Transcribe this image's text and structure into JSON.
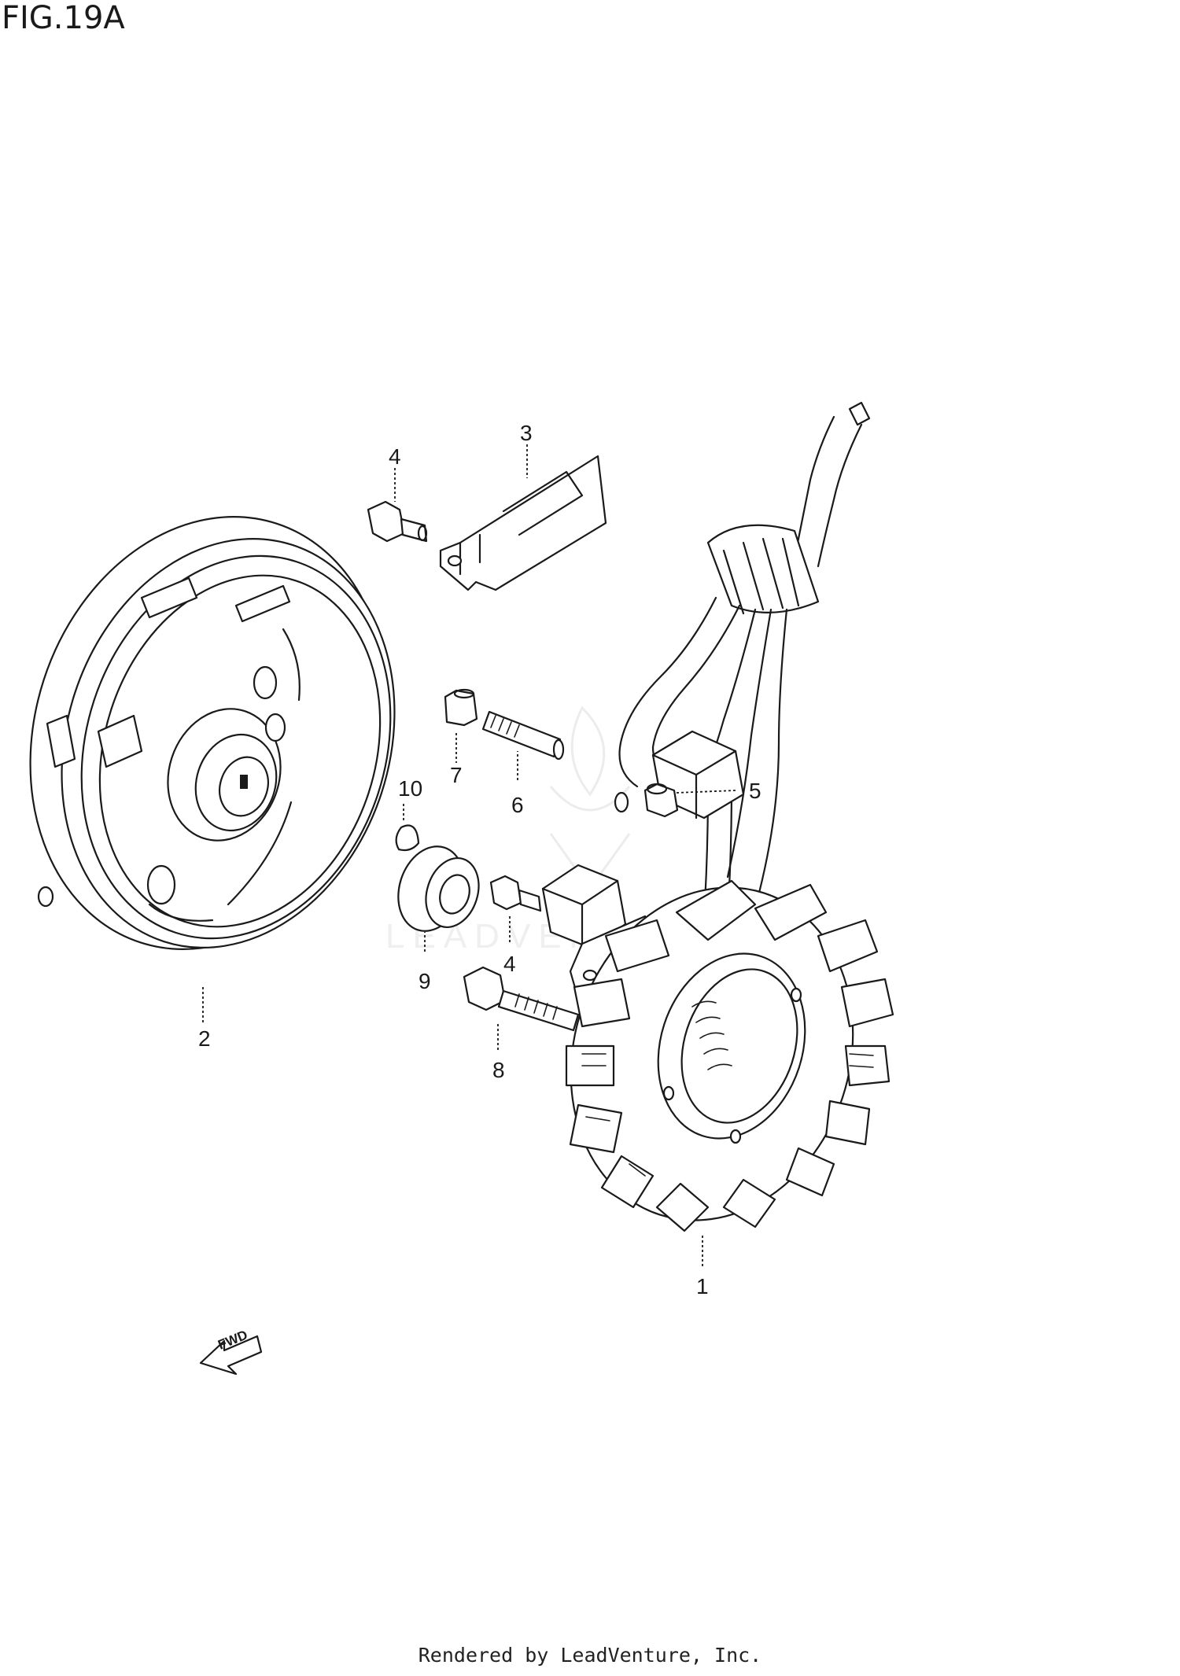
{
  "figure": {
    "title": "FIG.19A"
  },
  "footer": {
    "text": "Rendered by LeadVenture, Inc."
  },
  "fwd_arrow": {
    "label": "FWD"
  },
  "callouts": [
    {
      "id": "part-1-callout",
      "label": "1"
    },
    {
      "id": "part-2-callout",
      "label": "2"
    },
    {
      "id": "part-3-callout",
      "label": "3"
    },
    {
      "id": "part-4a-callout",
      "label": "4"
    },
    {
      "id": "part-4b-callout",
      "label": "4"
    },
    {
      "id": "part-5-callout",
      "label": "5"
    },
    {
      "id": "part-6-callout",
      "label": "6"
    },
    {
      "id": "part-7-callout",
      "label": "7"
    },
    {
      "id": "part-8-callout",
      "label": "8"
    },
    {
      "id": "part-9-callout",
      "label": "9"
    },
    {
      "id": "part-10-callout",
      "label": "10"
    }
  ],
  "colors": {
    "line": "#1a1a1a",
    "background": "#ffffff",
    "watermark": "#ececec"
  }
}
